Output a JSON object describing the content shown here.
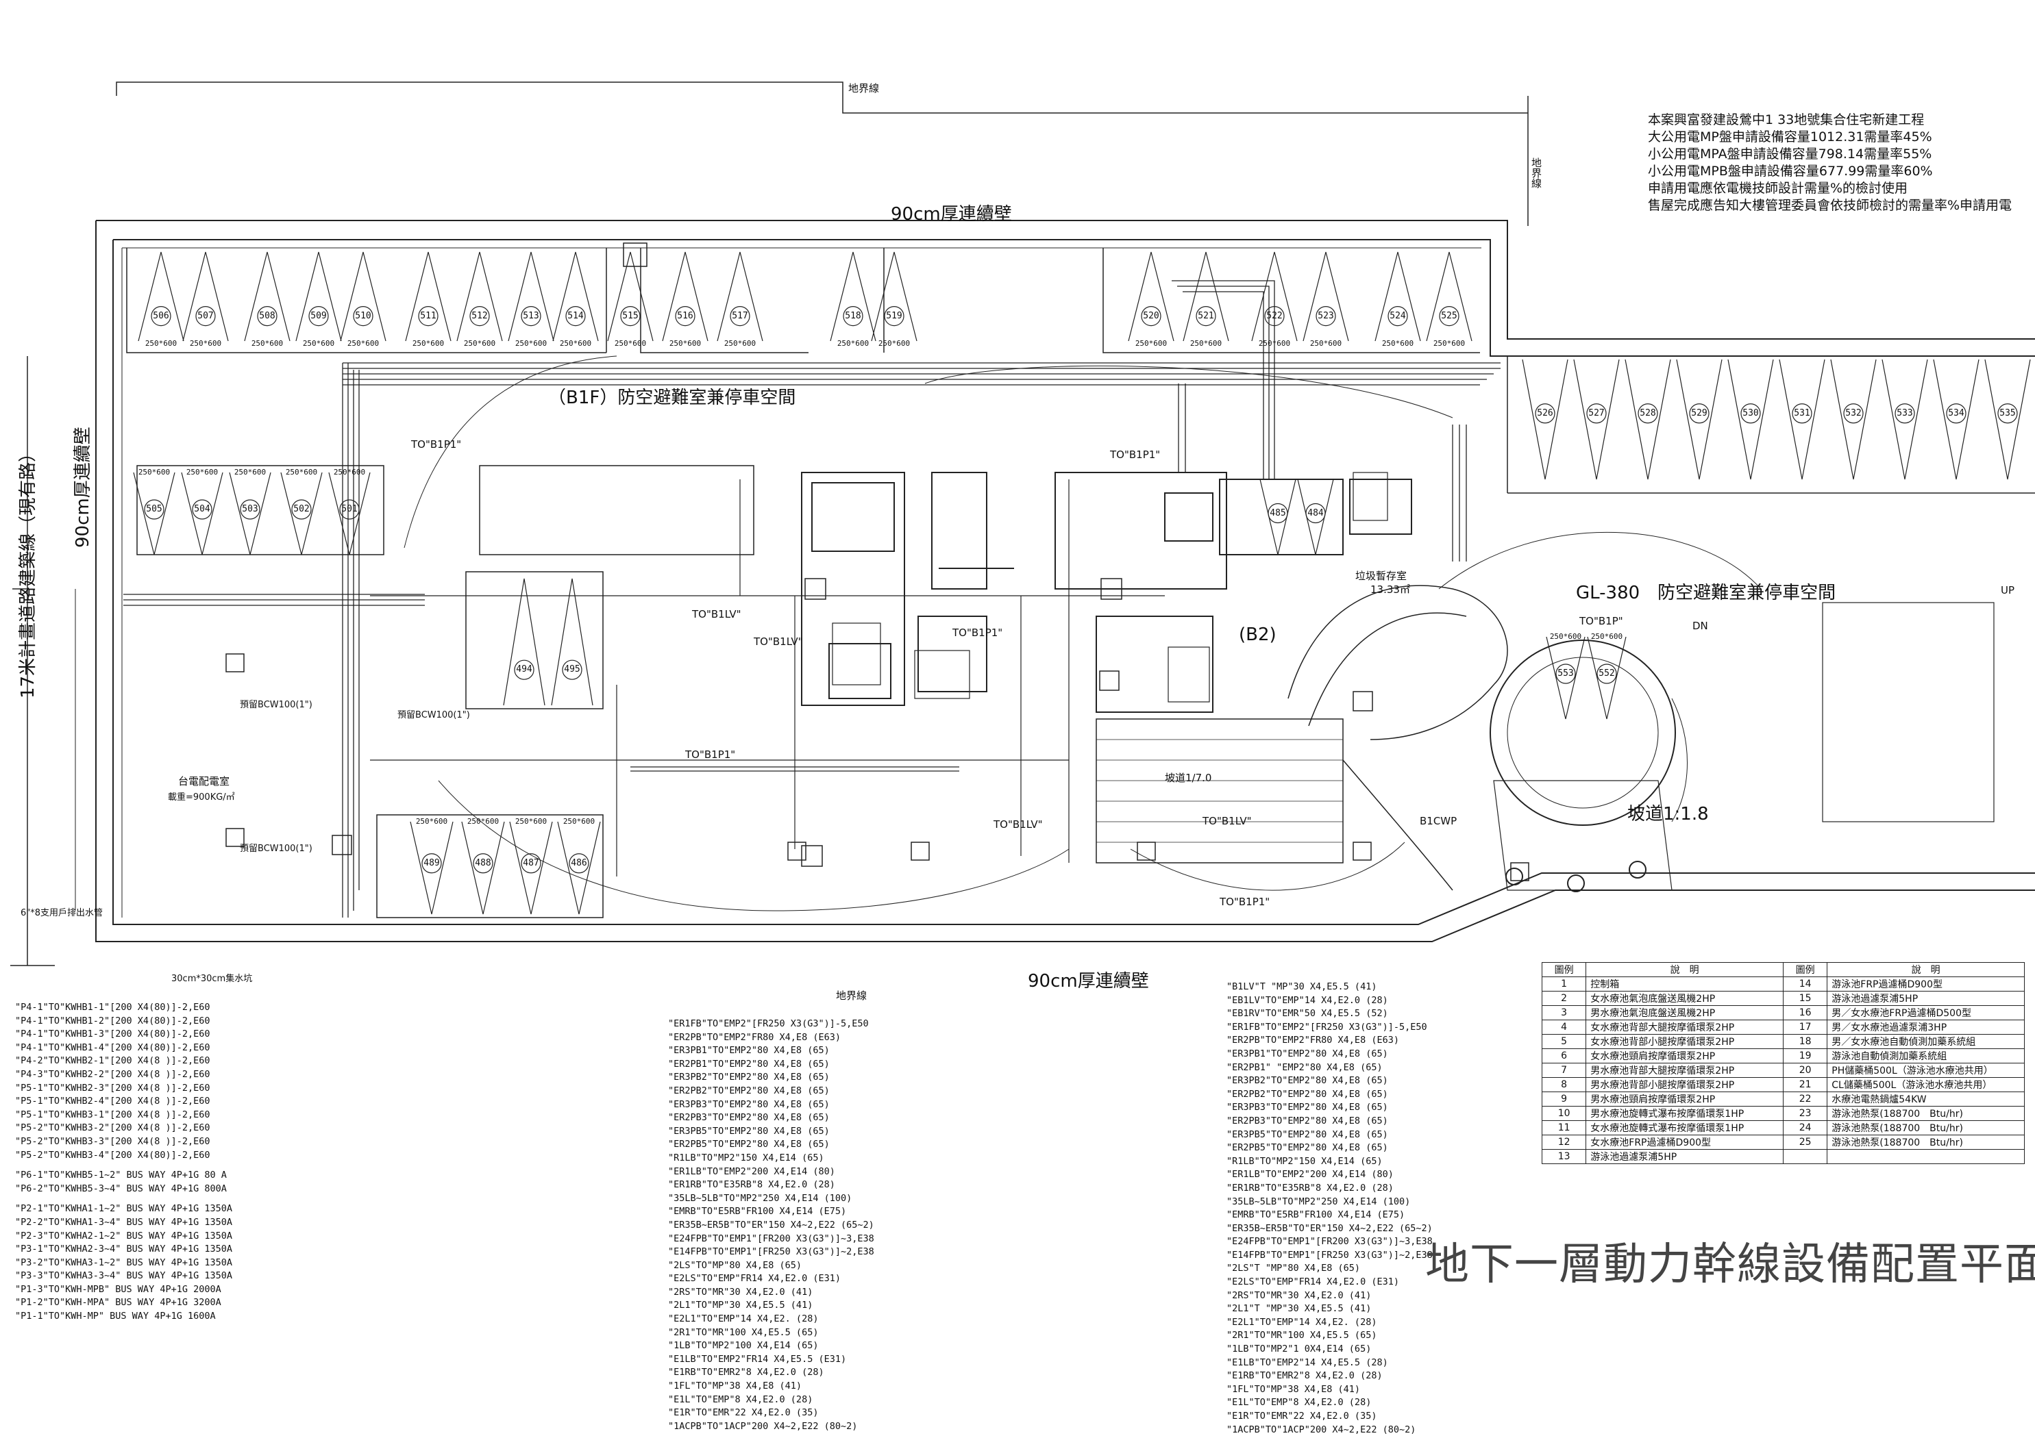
{
  "drawing_title": "地下一層動力幹線設備配置平面圖",
  "notes": [
    "本案興富發建設鶯中1 33地號集合住宅新建工程",
    "大公用電MP盤申請設備容量1012.31需量率45%",
    "小公用電MPA盤申請設備容量798.14需量率55%",
    "小公用電MPB盤申請設備容量677.99需量率60%",
    "申請用電應依電機技師設計需量%的檢討使用",
    "售屋完成應告知大樓管理委員會依技師檢討的需量率%申請用電"
  ],
  "plan_labels": {
    "boundary_top": "地界線",
    "boundary_bottom": "地界線",
    "boundary_right": "地界線",
    "wall_top": "90cm厚連續壁",
    "wall_bottom": "90cm厚連續壁",
    "wall_left": "90cm厚連續壁",
    "left_note": "17米計畫道路建築線（現有路）",
    "shelter_1": "（B1F）防空避難室兼停車空間",
    "shelter_2": "GL-380　防空避難室兼停車空間",
    "garbage": "垃圾暫存室",
    "garbage_area": "13.33㎡",
    "pit_note": "30cm*30cm集水坑",
    "bottom_left_note": "6\"*8支用戶排出水管",
    "transformer_room": "台電配電室",
    "load": "載重=900KG/㎡",
    "bcw_1": "預留BCW100(1\")",
    "bcw_2": "預留BCW100(1\")",
    "bcw_3": "預留BCW100(1\")",
    "ramp_1": "坡道1/7.0",
    "ramp_2": "坡道1:1.8",
    "b2": "(B2)",
    "b1cwp": "B1CWP",
    "dn": "DN",
    "up": "UP",
    "to_b1p1": "TO\"B1P1\"",
    "to_b1lv": "TO\"B1LV\"",
    "to_b1p": "TO\"B1P\""
  },
  "stalls_top": [
    "506",
    "507",
    "508",
    "509",
    "510",
    "511",
    "512",
    "513",
    "514",
    "515",
    "516",
    "517",
    "518",
    "519",
    "520",
    "521",
    "522",
    "523",
    "524",
    "525"
  ],
  "stalls_right": [
    "526",
    "527",
    "528",
    "529",
    "530",
    "531",
    "532",
    "533",
    "534",
    "535"
  ],
  "stalls_mid": [
    "505",
    "504",
    "503",
    "502",
    "501"
  ],
  "stalls_center": [
    "494",
    "495"
  ],
  "stalls_low": [
    "489",
    "488",
    "487",
    "486"
  ],
  "stalls_round": [
    "553",
    "552"
  ],
  "stalls_core": [
    "485",
    "484"
  ],
  "stall_size": "250*600",
  "cable_list_left": [
    "\"P4-1\"TO\"KWHB1-1\"[200 X4(80)]-2,E60",
    "\"P4-1\"TO\"KWHB1-2\"[200 X4(80)]-2,E60",
    "\"P4-1\"TO\"KWHB1-3\"[200 X4(80)]-2,E60",
    "\"P4-1\"TO\"KWHB1-4\"[200 X4(80)]-2,E60",
    "\"P4-2\"TO\"KWHB2-1\"[200 X4(8 )]-2,E60",
    "\"P4-3\"TO\"KWHB2-2\"[200 X4(8 )]-2,E60",
    "\"P5-1\"TO\"KWHB2-3\"[200 X4(8 )]-2,E60",
    "\"P5-1\"TO\"KWHB2-4\"[200 X4(8 )]-2,E60",
    "\"P5-1\"TO\"KWHB3-1\"[200 X4(8 )]-2,E60",
    "\"P5-2\"TO\"KWHB3-2\"[200 X4(8 )]-2,E60",
    "\"P5-2\"TO\"KWHB3-3\"[200 X4(8 )]-2,E60",
    "\"P5-2\"TO\"KWHB3-4\"[200 X4(80)]-2,E60",
    "",
    "\"P6-1\"TO\"KWHB5-1~2\" BUS WAY 4P+1G 80 A",
    "\"P6-2\"TO\"KWHB5-3~4\" BUS WAY 4P+1G 800A",
    "",
    "\"P2-1\"TO\"KWHA1-1~2\"  BUS WAY 4P+1G 1350A",
    "\"P2-2\"TO\"KWHA1-3~4\"  BUS WAY 4P+1G 1350A",
    "\"P2-3\"TO\"KWHA2-1~2\"  BUS WAY 4P+1G 1350A",
    "\"P3-1\"TO\"KWHA2-3~4\"  BUS WAY 4P+1G 1350A",
    "\"P3-2\"TO\"KWHA3-1~2\"  BUS WAY 4P+1G 1350A",
    "\"P3-3\"TO\"KWHA3-3~4\"  BUS WAY 4P+1G 1350A",
    "\"P1-3\"TO\"KWH-MPB\" BUS WAY 4P+1G 2000A",
    "\"P1-2\"TO\"KWH-MPA\" BUS WAY 4P+1G 3200A",
    "\"P1-1\"TO\"KWH-MP\" BUS WAY 4P+1G 1600A"
  ],
  "cable_list_mid": [
    "\"ER1FB\"TO\"EMP2\"[FR250 X3(G3\")]-5,E50",
    "\"ER2PB\"TO\"EMP2\"FR80 X4,E8 (E63)",
    "\"ER3PB1\"TO\"EMP2\"80 X4,E8 (65)",
    "\"ER2PB1\"TO\"EMP2\"80 X4,E8 (65)",
    "\"ER3PB2\"TO\"EMP2\"80 X4,E8 (65)",
    "\"ER2PB2\"TO\"EMP2\"80 X4,E8 (65)",
    "\"ER3PB3\"TO\"EMP2\"80 X4,E8 (65)",
    "\"ER2PB3\"TO\"EMP2\"80 X4,E8 (65)",
    "\"ER3PB5\"TO\"EMP2\"80 X4,E8 (65)",
    "\"ER2PB5\"TO\"EMP2\"80 X4,E8 (65)",
    "\"R1LB\"TO\"MP2\"150 X4,E14 (65)",
    "\"ER1LB\"TO\"EMP2\"200 X4,E14 (80)",
    "\"ER1RB\"TO\"E35RB\"8 X4,E2.0 (28)",
    "\"35LB~5LB\"TO\"MP2\"250 X4,E14 (100)",
    "\"EMRB\"TO\"E5RB\"FR100 X4,E14 (E75)",
    "\"ER35B~ER5B\"TO\"ER\"150 X4~2,E22 (65~2)",
    "\"E24FPB\"TO\"EMP1\"[FR200 X3(G3\")]~3,E38",
    "\"E14FPB\"TO\"EMP1\"[FR250 X3(G3\")]~2,E38",
    "\"2LS\"TO\"MP\"80 X4,E8 (65)",
    "\"E2LS\"TO\"EMP\"FR14 X4,E2.0 (E31)",
    "\"2RS\"TO\"MR\"30 X4,E2.0 (41)",
    "\"2L1\"TO\"MP\"30 X4,E5.5 (41)",
    "\"E2L1\"TO\"EMP\"14 X4,E2. (28)",
    "\"2R1\"TO\"MR\"100 X4,E5.5 (65)",
    "\"1LB\"TO\"MP2\"100 X4,E14 (65)",
    "\"E1LB\"TO\"EMP2\"FR14 X4,E5.5 (E31)",
    "\"E1RB\"TO\"EMR2\"8 X4,E2.0 (28)",
    "\"1FL\"TO\"MP\"38 X4,E8 (41)",
    "\"E1L\"TO\"EMP\"8 X4,E2.0 (28)",
    "\"E1R\"TO\"EMR\"22 X4,E2.0 (35)",
    "\"1ACPB\"TO\"1ACP\"200 X4~2,E22 (80~2)"
  ],
  "cable_list_right": [
    "\"B1LV\"T  \"MP\"30 X4,E5.5 (41)",
    "\"EB1LV\"TO\"EMP\"14 X4,E2.0 (28)",
    "\"EB1RV\"TO\"EMR\"50 X4,E5.5 (52)",
    "\"ER1FB\"TO\"EMP2\"[FR250 X3(G3\")]-5,E50",
    "\"ER2PB\"TO\"EMP2\"FR80 X4,E8 (E63)",
    "\"ER3PB1\"TO\"EMP2\"80 X4,E8 (65)",
    "\"ER2PB1\" \"EMP2\"80 X4,E8 (65)",
    "\"ER3PB2\"TO\"EMP2\"80 X4,E8 (65)",
    "\"ER2PB2\"TO\"EMP2\"80 X4,E8 (65)",
    "\"ER3PB3\"TO\"EMP2\"80 X4,E8 (65)",
    "\"ER2PB3\"TO\"EMP2\"80 X4,E8 (65)",
    "\"ER3PB5\"TO\"EMP2\"80 X4,E8 (65)",
    "\"ER2PB5\"TO\"EMP2\"80 X4,E8 (65)",
    "\"R1LB\"TO\"MP2\"150 X4,E14 (65)",
    "\"ER1LB\"TO\"EMP2\"200 X4,E14 (80)",
    "\"ER1RB\"TO\"E35RB\"8 X4,E2.0 (28)",
    "\"35LB~5LB\"TO\"MP2\"250 X4,E14 (100)",
    "\"EMRB\"TO\"E5RB\"FR100 X4,E14 (E75)",
    "\"ER35B~ER5B\"TO\"ER\"150 X4~2,E22 (65~2)",
    "\"E24FPB\"TO\"EMP1\"[FR200 X3(G3\")]~3,E38",
    "\"E14FPB\"TO\"EMP1\"[FR250 X3(G3\")]~2,E38",
    "\"2LS\"T \"MP\"80 X4,E8 (65)",
    "\"E2LS\"TO\"EMP\"FR14 X4,E2.0 (E31)",
    "\"2RS\"TO\"MR\"30 X4,E2.0 (41)",
    "\"2L1\"T \"MP\"30 X4,E5.5 (41)",
    "\"E2L1\"TO\"EMP\"14 X4,E2. (28)",
    "\"2R1\"TO\"MR\"100 X4,E5.5 (65)",
    "\"1LB\"TO\"MP2\"1 0X4,E14 (65)",
    "\"E1LB\"TO\"EMP2\"14 X4,E5.5 (28)",
    "\"E1RB\"TO\"EMR2\"8 X4,E2.0 (28)",
    "\"1FL\"TO\"MP\"38 X4,E8 (41)",
    "\"E1L\"TO\"EMP\"8 X4,E2.0 (28)",
    "\"E1R\"TO\"EMR\"22 X4,E2.0 (35)",
    "\"1ACPB\"TO\"1ACP\"200 X4~2,E22 (80~2)"
  ],
  "legend": {
    "header_no": "圖例",
    "header_desc": "說　明",
    "rows": [
      [
        "1",
        "控制箱",
        "14",
        "游泳池FRP過濾桶D900型"
      ],
      [
        "2",
        "女水療池氣泡底盤送風機2HP",
        "15",
        "游泳池過濾泵浦5HP"
      ],
      [
        "3",
        "男水療池氣泡底盤送風機2HP",
        "16",
        "男／女水療池FRP過濾桶D500型"
      ],
      [
        "4",
        "女水療池背部大腿按摩循環泵2HP",
        "17",
        "男／女水療池過濾泵浦3HP"
      ],
      [
        "5",
        "女水療池背部小腿按摩循環泵2HP",
        "18",
        "男／女水療池自動偵測加藥系統組"
      ],
      [
        "6",
        "女水療池頸肩按摩循環泵2HP",
        "19",
        "游泳池自動偵測加藥系統組"
      ],
      [
        "7",
        "男水療池背部大腿按摩循環泵2HP",
        "20",
        "PH儲藥桶500L（游泳池水療池共用）"
      ],
      [
        "8",
        "男水療池背部小腿按摩循環泵2HP",
        "21",
        "CL儲藥桶500L（游泳池水療池共用）"
      ],
      [
        "9",
        "男水療池頸肩按摩循環泵2HP",
        "22",
        "水療池電熱鍋爐54KW"
      ],
      [
        "10",
        "男水療池旋轉式瀑布按摩循環泵1HP",
        "23",
        "游泳池熱泵(188700　Btu/hr)"
      ],
      [
        "11",
        "女水療池旋轉式瀑布按摩循環泵1HP",
        "24",
        "游泳池熱泵(188700　Btu/hr)"
      ],
      [
        "12",
        "女水療池FRP過濾桶D900型",
        "25",
        "游泳池熱泵(188700　Btu/hr)"
      ],
      [
        "13",
        "游泳池過濾泵浦5HP",
        "",
        ""
      ]
    ]
  }
}
